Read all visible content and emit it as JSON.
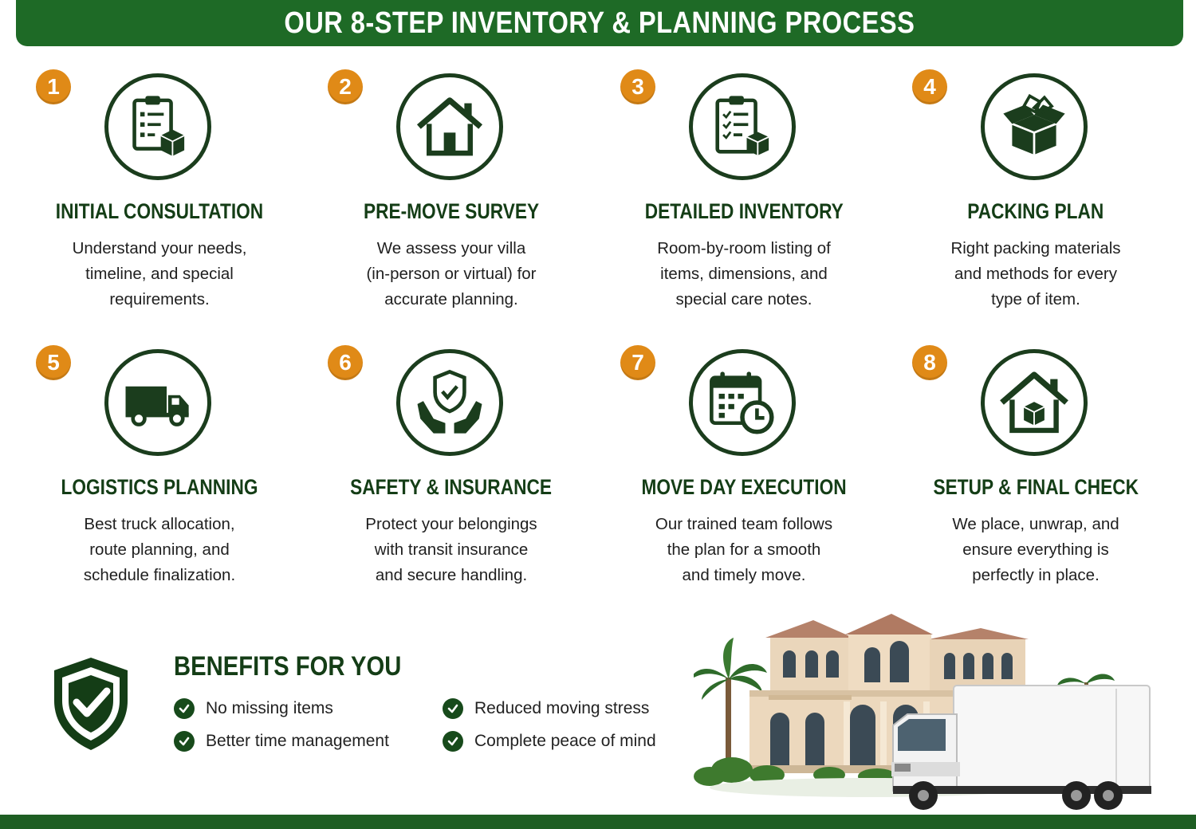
{
  "header": {
    "title": "OUR 8-STEP INVENTORY & PLANNING PROCESS"
  },
  "colors": {
    "brand_green": "#1e6a26",
    "dark_green": "#143d16",
    "accent_orange": "#e08a17"
  },
  "steps": [
    {
      "number": "1",
      "icon": "clipboard-box-icon",
      "title": "INITIAL CONSULTATION",
      "desc": [
        "Understand your needs,",
        "timeline, and special",
        "requirements."
      ]
    },
    {
      "number": "2",
      "icon": "house-icon",
      "title": "PRE-MOVE SURVEY",
      "desc": [
        "We assess your villa",
        "(in-person or virtual) for",
        "accurate planning."
      ]
    },
    {
      "number": "3",
      "icon": "inventory-checklist-icon",
      "title": "DETAILED INVENTORY",
      "desc": [
        "Room-by-room listing of",
        "items, dimensions, and",
        "special care notes."
      ]
    },
    {
      "number": "4",
      "icon": "open-box-icon",
      "title": "PACKING PLAN",
      "desc": [
        "Right packing materials",
        "and methods for every",
        "type of item."
      ]
    },
    {
      "number": "5",
      "icon": "truck-icon",
      "title": "LOGISTICS PLANNING",
      "desc": [
        "Best truck allocation,",
        "route planning, and",
        "schedule finalization."
      ]
    },
    {
      "number": "6",
      "icon": "shield-hands-icon",
      "title": "SAFETY & INSURANCE",
      "desc": [
        "Protect your belongings",
        "with transit insurance",
        "and secure handling."
      ]
    },
    {
      "number": "7",
      "icon": "calendar-clock-icon",
      "title": "MOVE DAY EXECUTION",
      "desc": [
        "Our trained team follows",
        "the plan for a smooth",
        "and timely move."
      ]
    },
    {
      "number": "8",
      "icon": "house-box-icon",
      "title": "SETUP & FINAL CHECK",
      "desc": [
        "We place, unwrap, and",
        "ensure everything is",
        "perfectly in place."
      ]
    }
  ],
  "benefits": {
    "title": "BENEFITS FOR YOU",
    "items": [
      "No missing items",
      "Reduced moving stress",
      "Better time management",
      "Complete peace of mind"
    ]
  },
  "illustration": {
    "subject": "villa-and-moving-truck"
  }
}
